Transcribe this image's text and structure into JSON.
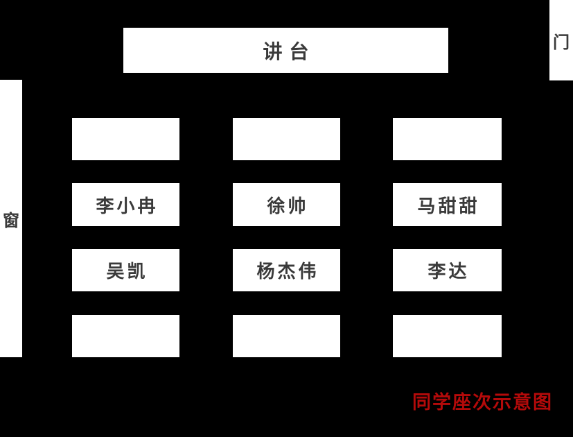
{
  "podium": {
    "label": "讲台"
  },
  "door": {
    "label": "门"
  },
  "window": {
    "label": "窗"
  },
  "caption": {
    "text": "同学座次示意图"
  },
  "colors": {
    "background": "#000000",
    "box_fill": "#ffffff",
    "box_text": "#3a3a3a",
    "caption_red": "#b40a0a"
  },
  "seats": {
    "rows": [
      {
        "cells": [
          "",
          "",
          ""
        ]
      },
      {
        "cells": [
          "李小冉",
          "徐帅",
          "马甜甜"
        ]
      },
      {
        "cells": [
          "吴凯",
          "杨杰伟",
          "李达"
        ]
      },
      {
        "cells": [
          "",
          "",
          ""
        ]
      }
    ]
  }
}
